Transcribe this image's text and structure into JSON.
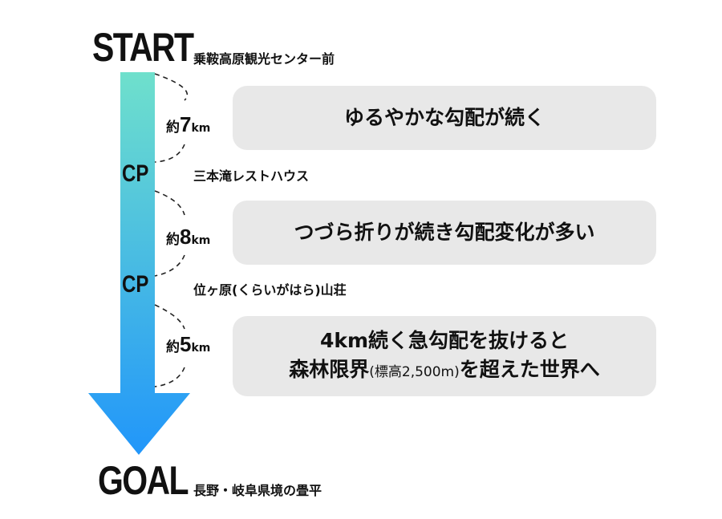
{
  "start": {
    "label": "START",
    "place": "乗鞍高原観光センター前"
  },
  "checkpoints": [
    {
      "label": "CP",
      "place": "三本滝レストハウス"
    },
    {
      "label": "CP",
      "place": "位ヶ原(くらいがはら)山荘"
    }
  ],
  "goal": {
    "label": "GOAL",
    "place": "長野・岐阜県境の畳平"
  },
  "segments": [
    {
      "prefix": "約",
      "number": "7",
      "unit": "km",
      "description": "ゆるやかな勾配が続く"
    },
    {
      "prefix": "約",
      "number": "8",
      "unit": "km",
      "description": "つづら折りが続き勾配変化が多い"
    },
    {
      "prefix": "約",
      "number": "5",
      "unit": "km",
      "description_line1": "4km続く急勾配を抜けると",
      "description_line2_a": "森林限界",
      "description_line2_b": "(標高2,500m)",
      "description_line2_c": "を超えた世界へ"
    }
  ],
  "colors": {
    "arrow_top": "#6fe0cc",
    "arrow_bottom": "#2196fa",
    "box": "#e8e8e8"
  }
}
